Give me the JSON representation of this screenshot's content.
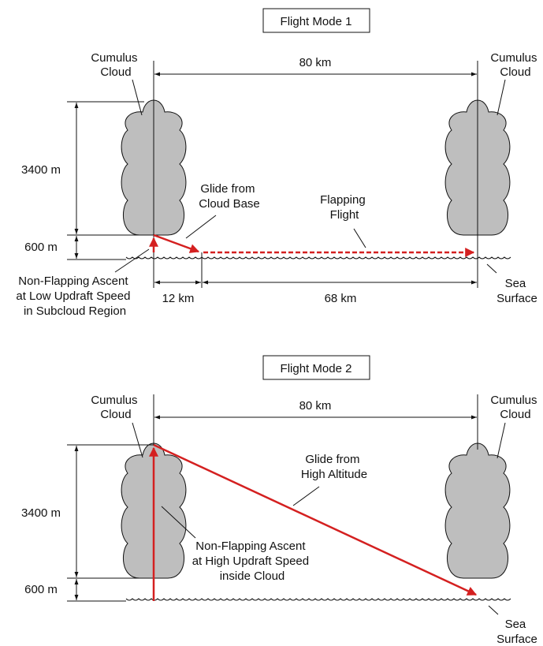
{
  "colors": {
    "cloud_fill": "#bebebe",
    "line": "#111111",
    "flight_path": "#d42020"
  },
  "panel1": {
    "title": "Flight Mode 1",
    "left_cloud_label": [
      "Cumulus",
      "Cloud"
    ],
    "right_cloud_label": [
      "Cumulus",
      "Cloud"
    ],
    "distance_top": "80 km",
    "cloud_height": "3400 m",
    "cloud_base_height": "600 m",
    "glide_label": [
      "Glide from",
      "Cloud Base"
    ],
    "flapping_label": [
      "Flapping",
      "Flight"
    ],
    "ascent_label": [
      "Non-Flapping Ascent",
      "at Low Updraft Speed",
      "in Subcloud Region"
    ],
    "glide_distance": "12 km",
    "flapping_distance": "68 km",
    "sea_label": [
      "Sea",
      "Surface"
    ]
  },
  "panel2": {
    "title": "Flight Mode 2",
    "left_cloud_label": [
      "Cumulus",
      "Cloud"
    ],
    "right_cloud_label": [
      "Cumulus",
      "Cloud"
    ],
    "distance_top": "80 km",
    "cloud_height": "3400 m",
    "cloud_base_height": "600 m",
    "glide_label": [
      "Glide from",
      "High Altitude"
    ],
    "ascent_label": [
      "Non-Flapping Ascent",
      "at High Updraft Speed",
      "inside Cloud"
    ],
    "sea_label": [
      "Sea",
      "Surface"
    ]
  }
}
